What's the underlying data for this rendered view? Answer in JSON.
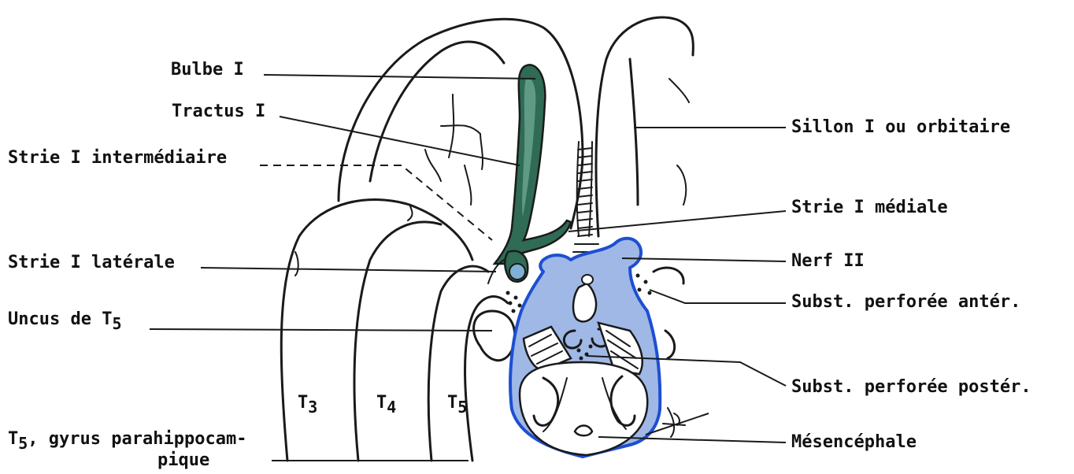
{
  "labels": {
    "bulbe": "Bulbe I",
    "tractus": "Tractus I",
    "strie_intermediaire": "Strie I intermédiaire",
    "strie_laterale": "Strie I latérale",
    "uncus": "Uncus de T",
    "uncus_sub": "5",
    "t5_gyrus_line1_main": "T",
    "t5_gyrus_line1_sub": "5",
    "t5_gyrus_line1_rest": ", gyrus parahippocam-",
    "t5_gyrus_line2": "pique",
    "sillon": "Sillon I ou orbitaire",
    "strie_mediale": "Strie I médiale",
    "nerf": "Nerf II",
    "subst_anter": "Subst. perforée antér.",
    "subst_poster": "Subst. perforée postér.",
    "mesencephale": "Mésencéphale",
    "t3": "T",
    "t3_sub": "3",
    "t4": "T",
    "t4_sub": "4",
    "t5": "T",
    "t5_sub": "5"
  },
  "colors": {
    "olfactory_tract": "#2f6b55",
    "optic_region_fill": "#9fb8e6",
    "optic_region_stroke": "#1d4fd1",
    "ink": "#1a1a1a"
  }
}
